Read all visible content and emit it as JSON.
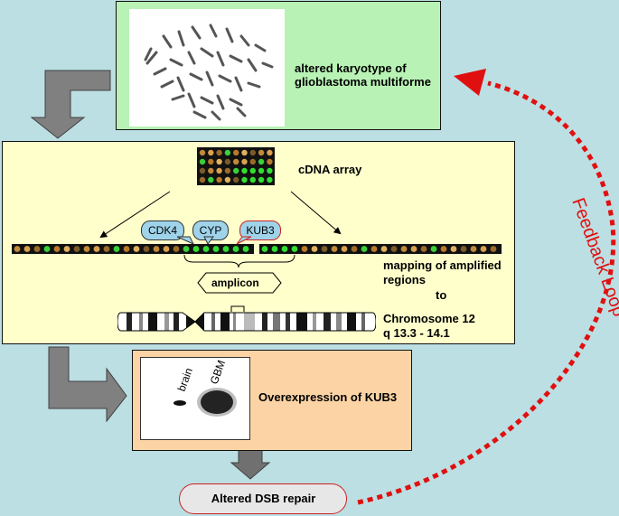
{
  "karyotype": {
    "label_line1": "altered karyotype of",
    "label_line2": "glioblastoma multiforme"
  },
  "array": {
    "label": "cDNA array",
    "genes": [
      "CDK4",
      "CYP",
      "KUB3"
    ],
    "mapping_line1": "mapping of amplified",
    "mapping_line2": "regions",
    "mapping_line3": "to",
    "amplicon": "amplicon",
    "chromosome_line1": "Chromosome 12",
    "chromosome_line2": "q 13.3 - 14.1"
  },
  "expression": {
    "label": "Overexpression of KUB3",
    "lane_brain": "brain",
    "lane_gbm": "GBM"
  },
  "repair": {
    "label": "Altered DSB repair"
  },
  "feedback": {
    "label": "Feedback Loop"
  },
  "colors": {
    "karyotype_box": "#b8f2b4",
    "array_box": "#ffffcc",
    "expression_box": "#fbd3a5",
    "feedback_arrow": "#e01010",
    "background": "#bcdfe3"
  }
}
